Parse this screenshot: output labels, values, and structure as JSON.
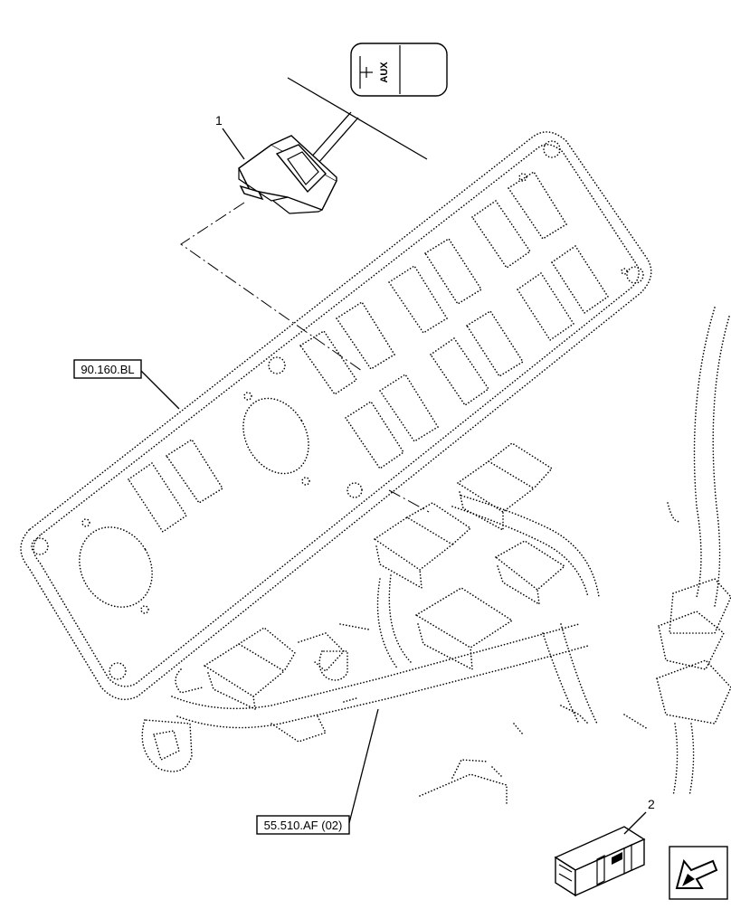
{
  "callouts": {
    "item_1": "1",
    "item_2": "2",
    "ref_panel": "90.160.BL",
    "ref_harness": "55.510.AF (02)"
  },
  "switch_symbol": {
    "label": "AUX"
  },
  "icons": {
    "switch_symbol": "rocker-switch-decal-icon",
    "kit": "parts-kit-box-icon",
    "nav": "arrow-back-icon"
  }
}
